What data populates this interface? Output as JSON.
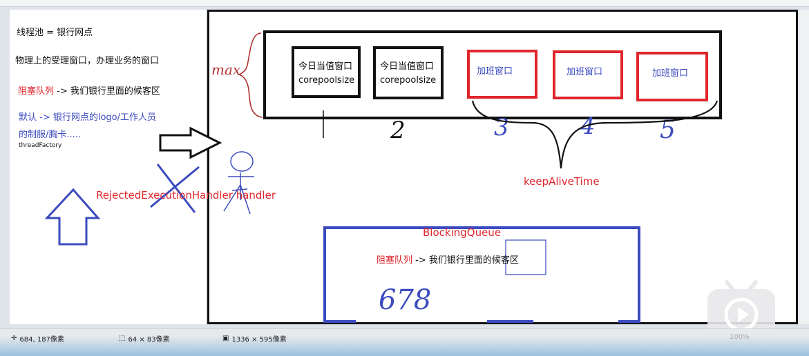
{
  "left_panel": {
    "line1": "线程池 = 银行网点",
    "line2": "物理上的受理窗口，办理业务的窗口",
    "line3_red": "阻塞队列",
    "line3_rest": " -> 我们银行里面的候客区",
    "line4a": "默认 -> 银行网点的logo/工作人员",
    "line4b": "的制服/胸卡.....",
    "line5": "threadFactory"
  },
  "canvas": {
    "core_window_label": "今日当值窗口",
    "core_pool_label": "corepoolsize",
    "extra_window_label": "加班窗口",
    "handwritten_max": "max",
    "numbers": [
      "1",
      "2",
      "3",
      "4",
      "5"
    ],
    "keep_alive": "keepAliveTime",
    "rejected_handler": "RejectedExecutionHandler handler",
    "blocking_queue": "BlockingQueue",
    "queue_red": "阻塞队列",
    "queue_rest": " -> 我们银行里面的候客区",
    "handwritten_678": "678",
    "colors": {
      "red": "#e0262b",
      "blue": "#3b4bbf",
      "black": "#111111"
    }
  },
  "statusbar": {
    "cursor_pos": "684, 187像素",
    "selection_size": "64 × 83像素",
    "image_size": "1336 × 595像素",
    "zoom": "100%"
  },
  "icons": [
    "crosshair-icon",
    "selection-icon",
    "image-size-icon",
    "play-logo-icon"
  ]
}
